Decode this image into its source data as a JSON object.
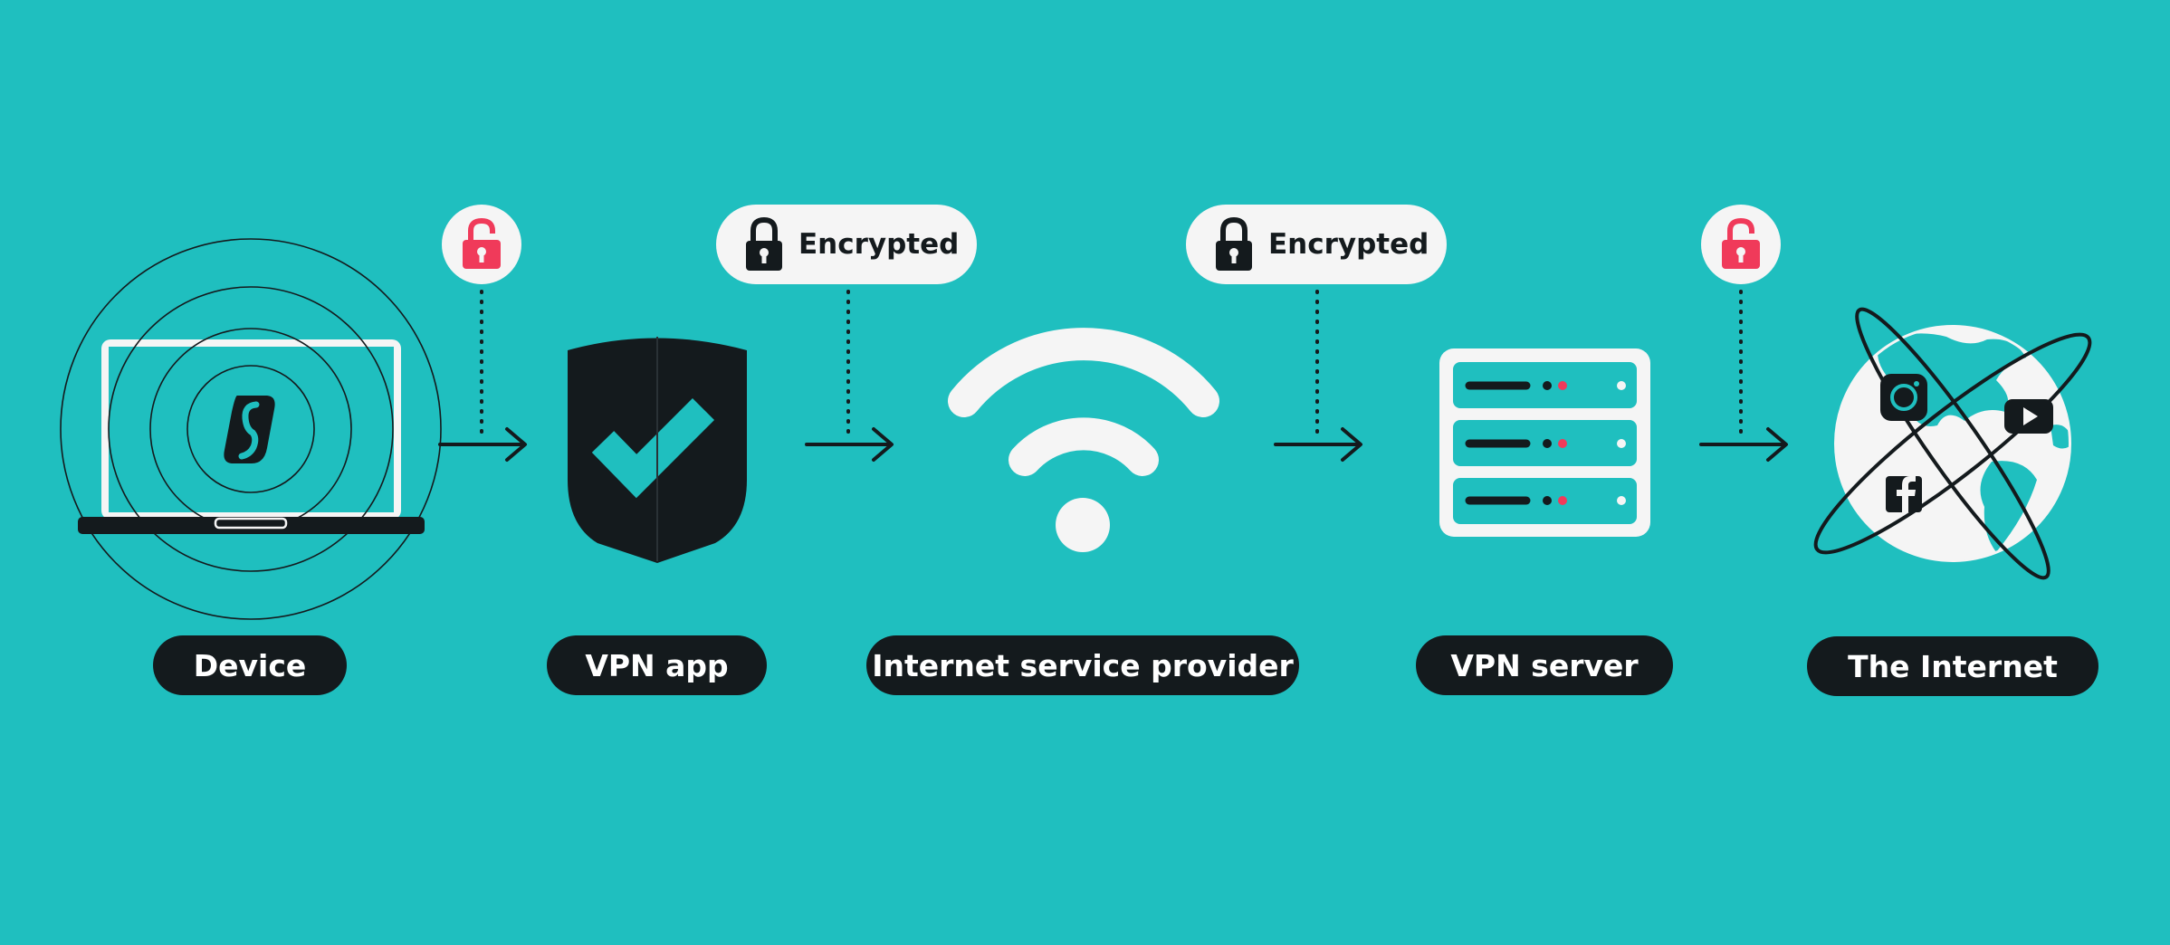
{
  "colors": {
    "background": "#1fbfbf",
    "dark": "#141a1d",
    "light": "#f5f5f5",
    "unlocked_accent": "#f03a5a"
  },
  "nodes": [
    {
      "label": "Device",
      "icon": "laptop-icon"
    },
    {
      "label": "VPN app",
      "icon": "shield-check-icon"
    },
    {
      "label": "Internet service provider",
      "icon": "wifi-icon"
    },
    {
      "label": "VPN server",
      "icon": "server-icon"
    },
    {
      "label": "The Internet",
      "icon": "globe-icon"
    }
  ],
  "connections": [
    {
      "state": "unlocked",
      "icon": "open-padlock-icon",
      "label": ""
    },
    {
      "state": "encrypted",
      "icon": "closed-padlock-icon",
      "label": "Encrypted"
    },
    {
      "state": "encrypted",
      "icon": "closed-padlock-icon",
      "label": "Encrypted"
    },
    {
      "state": "unlocked",
      "icon": "open-padlock-icon",
      "label": ""
    }
  ],
  "globe_apps": [
    "instagram-icon",
    "youtube-icon",
    "facebook-icon"
  ]
}
